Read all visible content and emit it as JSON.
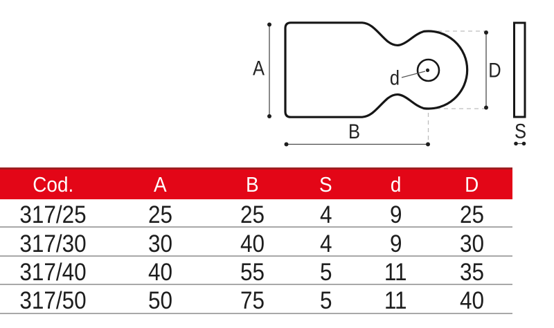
{
  "diagram": {
    "dim_labels": {
      "A": "A",
      "B": "B",
      "d": "d",
      "D": "D",
      "S": "S"
    }
  },
  "table": {
    "columns": [
      "Cod.",
      "A",
      "B",
      "S",
      "d",
      "D"
    ],
    "rows": [
      [
        "317/25",
        "25",
        "25",
        "4",
        "9",
        "25"
      ],
      [
        "317/30",
        "30",
        "40",
        "4",
        "9",
        "30"
      ],
      [
        "317/40",
        "40",
        "55",
        "5",
        "11",
        "35"
      ],
      [
        "317/50",
        "50",
        "75",
        "5",
        "11",
        "40"
      ]
    ]
  },
  "colors": {
    "header_red": "#e30617",
    "header_top_stripe": "#9e1d21",
    "ink": "#1d1d1d",
    "row_separator": "#a8a8a8"
  }
}
